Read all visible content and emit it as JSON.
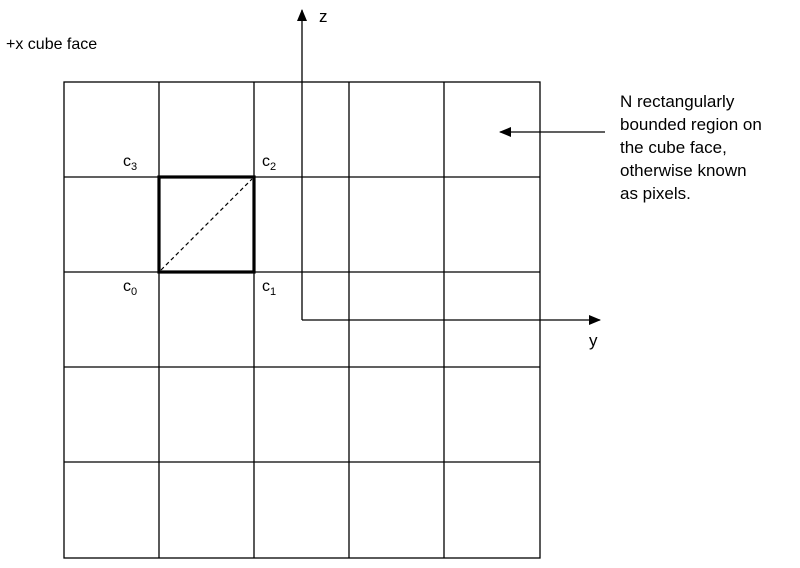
{
  "diagram": {
    "face_label": "+x cube face",
    "callout_lines": [
      "N rectangularly",
      "bounded region on",
      "the cube face,",
      "otherwise known",
      "as pixels."
    ],
    "grid": {
      "rows": 5,
      "columns": 5
    },
    "highlighted_cell": {
      "row": 1,
      "column": 1
    },
    "corners": {
      "c0": {
        "base": "c",
        "sub": "0"
      },
      "c1": {
        "base": "c",
        "sub": "1"
      },
      "c2": {
        "base": "c",
        "sub": "2"
      },
      "c3": {
        "base": "c",
        "sub": "3"
      }
    },
    "axes": {
      "vertical": "z",
      "horizontal": "y"
    }
  }
}
